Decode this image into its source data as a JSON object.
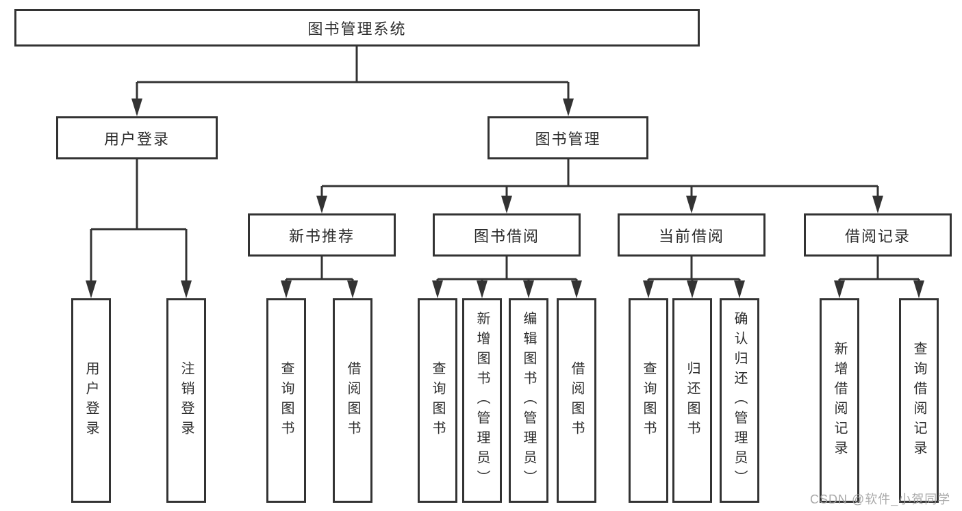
{
  "diagram": {
    "title": "图书管理系统",
    "tree": {
      "root": {
        "label": "图书管理系统",
        "children": [
          {
            "label": "用户登录",
            "children": [
              {
                "label": "用户登录"
              },
              {
                "label": "注销登录"
              }
            ]
          },
          {
            "label": "图书管理",
            "children": [
              {
                "label": "新书推荐",
                "children": [
                  {
                    "label": "查询图书"
                  },
                  {
                    "label": "借阅图书"
                  }
                ]
              },
              {
                "label": "图书借阅",
                "children": [
                  {
                    "label": "查询图书"
                  },
                  {
                    "label": "新增图书（管理员）"
                  },
                  {
                    "label": "编辑图书（管理员）"
                  },
                  {
                    "label": "借阅图书"
                  }
                ]
              },
              {
                "label": "当前借阅",
                "children": [
                  {
                    "label": "查询图书"
                  },
                  {
                    "label": "归还图书"
                  },
                  {
                    "label": "确认归还（管理员）"
                  }
                ]
              },
              {
                "label": "借阅记录",
                "children": [
                  {
                    "label": "新增借阅记录"
                  },
                  {
                    "label": "查询借阅记录"
                  }
                ]
              }
            ]
          }
        ]
      }
    },
    "colors": {
      "line": "#333333",
      "box_border": "#333333",
      "box_fill": "#ffffff",
      "text": "#2d2d2d",
      "watermark": "#a2a2a2",
      "background": "#ffffff"
    }
  },
  "watermark": {
    "text": "CSDN @软件_小贺同学"
  }
}
